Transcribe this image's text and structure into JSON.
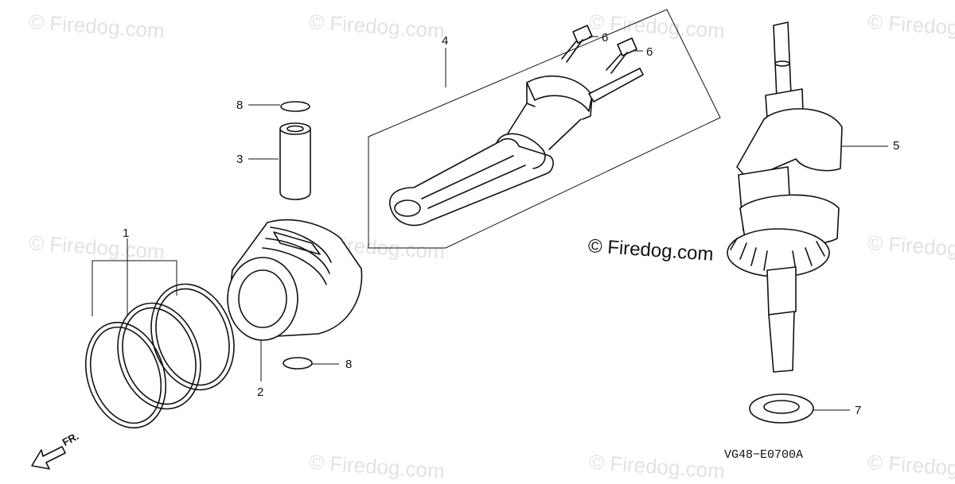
{
  "watermark": "© Firedog.com",
  "copyright": "© Firedog.com",
  "diagram_code": "VG48−E0700A",
  "direction_label": "FR.",
  "callouts": {
    "piston_rings": "1",
    "piston": "2",
    "piston_pin": "3",
    "connecting_rod": "4",
    "crankshaft": "5",
    "rod_bolt_a": "6",
    "rod_bolt_b": "6",
    "washer": "7",
    "pin_clip_top": "8",
    "pin_clip_bottom": "8"
  }
}
